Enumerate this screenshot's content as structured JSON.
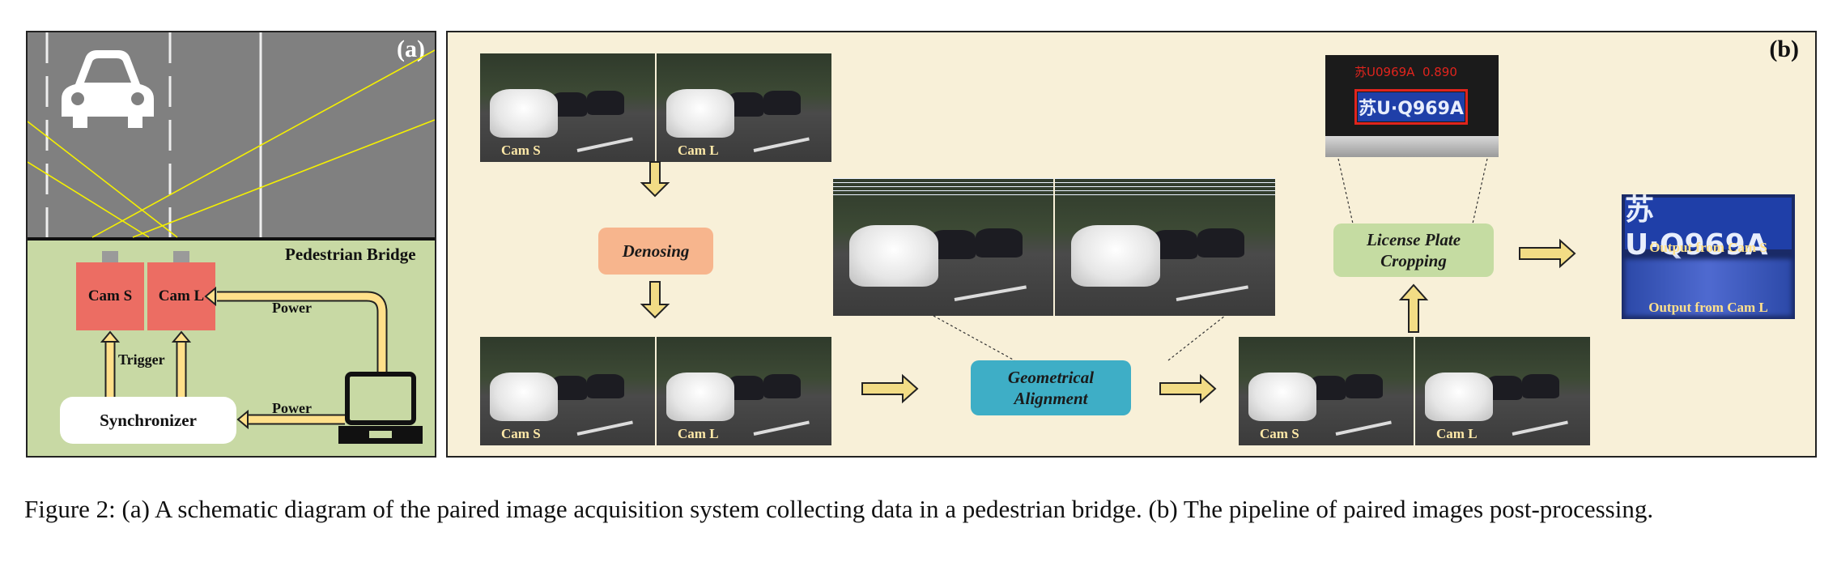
{
  "panel_a": {
    "tag": "(a)",
    "bridge_label": "Pedestrian Bridge",
    "cam_s": "Cam S",
    "cam_l": "Cam L",
    "power_top": "Power",
    "power_bottom": "Power",
    "trigger": "Trigger",
    "synchronizer": "Synchronizer",
    "colors": {
      "road": "#808080",
      "bridge": "#c8d9a4",
      "camera": "#ec6d63",
      "cable": "#ffe08a",
      "sight_lines": "#f5f000"
    }
  },
  "panel_b": {
    "tag": "(b)",
    "photo1": {
      "cam_s": "Cam S",
      "cam_l": "Cam L"
    },
    "denoising": "Denosing",
    "photo2": {
      "cam_s": "Cam S",
      "cam_l": "Cam L"
    },
    "geometrical_alignment": {
      "line1": "Geometrical",
      "line2": "Alignment"
    },
    "photo3": {
      "cam_s": "Cam S",
      "cam_l": "Cam L"
    },
    "license_plate_cropping": {
      "line1": "License Plate",
      "line2": "Cropping"
    },
    "detection": {
      "plate_text": "苏U·Q969A",
      "overlay": "苏U0969A  0.890"
    },
    "output_plate_text": "苏U·Q969A",
    "output_from_cam_s": "Output from Cam S",
    "output_from_cam_l": "Output from Cam L",
    "colors": {
      "background": "#f8f0d8",
      "denoising": "#f7b58d",
      "alignment": "#3eaec6",
      "cropping": "#c5dca2",
      "arrow": "#f2dc85"
    }
  },
  "caption": {
    "text": "Figure 2: (a) A schematic diagram of the paired image acquisition system collecting data in a pedestrian bridge. (b) The pipeline of paired images post-processing."
  }
}
